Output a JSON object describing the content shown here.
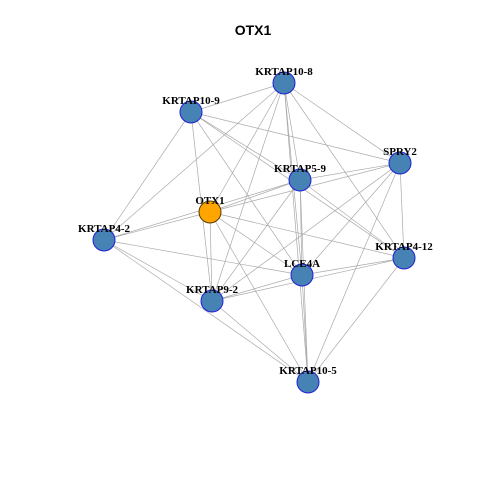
{
  "title": "OTX1",
  "colors": {
    "edge": "#a9a9a9",
    "node_fill": "#4682b4",
    "node_stroke": "#1f1fd6",
    "focus_fill": "#ffa500",
    "focus_stroke": "#5a3a00"
  },
  "nodes": [
    {
      "id": "KRTAP10-8",
      "focus": false
    },
    {
      "id": "KRTAP10-9",
      "focus": false
    },
    {
      "id": "SPRY2",
      "focus": false
    },
    {
      "id": "KRTAP5-9",
      "focus": false
    },
    {
      "id": "OTX1",
      "focus": true
    },
    {
      "id": "KRTAP4-2",
      "focus": false
    },
    {
      "id": "KRTAP4-12",
      "focus": false
    },
    {
      "id": "LCE4A",
      "focus": false
    },
    {
      "id": "KRTAP9-2",
      "focus": false
    },
    {
      "id": "KRTAP10-5",
      "focus": false
    }
  ],
  "edges": [
    [
      "KRTAP10-8",
      "KRTAP10-9"
    ],
    [
      "KRTAP10-8",
      "SPRY2"
    ],
    [
      "KRTAP10-8",
      "KRTAP5-9"
    ],
    [
      "KRTAP10-8",
      "OTX1"
    ],
    [
      "KRTAP10-8",
      "KRTAP4-2"
    ],
    [
      "KRTAP10-8",
      "KRTAP4-12"
    ],
    [
      "KRTAP10-8",
      "LCE4A"
    ],
    [
      "KRTAP10-8",
      "KRTAP9-2"
    ],
    [
      "KRTAP10-8",
      "KRTAP10-5"
    ],
    [
      "KRTAP10-9",
      "SPRY2"
    ],
    [
      "KRTAP10-9",
      "KRTAP5-9"
    ],
    [
      "KRTAP10-9",
      "KRTAP4-2"
    ],
    [
      "KRTAP10-9",
      "KRTAP4-12"
    ],
    [
      "KRTAP10-9",
      "LCE4A"
    ],
    [
      "KRTAP10-9",
      "KRTAP9-2"
    ],
    [
      "SPRY2",
      "KRTAP5-9"
    ],
    [
      "SPRY2",
      "OTX1"
    ],
    [
      "SPRY2",
      "KRTAP4-12"
    ],
    [
      "SPRY2",
      "LCE4A"
    ],
    [
      "SPRY2",
      "KRTAP9-2"
    ],
    [
      "SPRY2",
      "KRTAP10-5"
    ],
    [
      "KRTAP5-9",
      "OTX1"
    ],
    [
      "KRTAP5-9",
      "KRTAP4-2"
    ],
    [
      "KRTAP5-9",
      "KRTAP4-12"
    ],
    [
      "KRTAP5-9",
      "LCE4A"
    ],
    [
      "KRTAP5-9",
      "KRTAP9-2"
    ],
    [
      "KRTAP5-9",
      "KRTAP10-5"
    ],
    [
      "OTX1",
      "KRTAP4-2"
    ],
    [
      "OTX1",
      "KRTAP4-12"
    ],
    [
      "OTX1",
      "LCE4A"
    ],
    [
      "OTX1",
      "KRTAP9-2"
    ],
    [
      "OTX1",
      "KRTAP10-5"
    ],
    [
      "KRTAP4-2",
      "LCE4A"
    ],
    [
      "KRTAP4-2",
      "KRTAP9-2"
    ],
    [
      "KRTAP4-2",
      "KRTAP10-5"
    ],
    [
      "KRTAP4-12",
      "LCE4A"
    ],
    [
      "KRTAP4-12",
      "KRTAP9-2"
    ],
    [
      "KRTAP4-12",
      "KRTAP10-5"
    ],
    [
      "LCE4A",
      "KRTAP9-2"
    ],
    [
      "LCE4A",
      "KRTAP10-5"
    ],
    [
      "KRTAP9-2",
      "KRTAP10-5"
    ]
  ]
}
